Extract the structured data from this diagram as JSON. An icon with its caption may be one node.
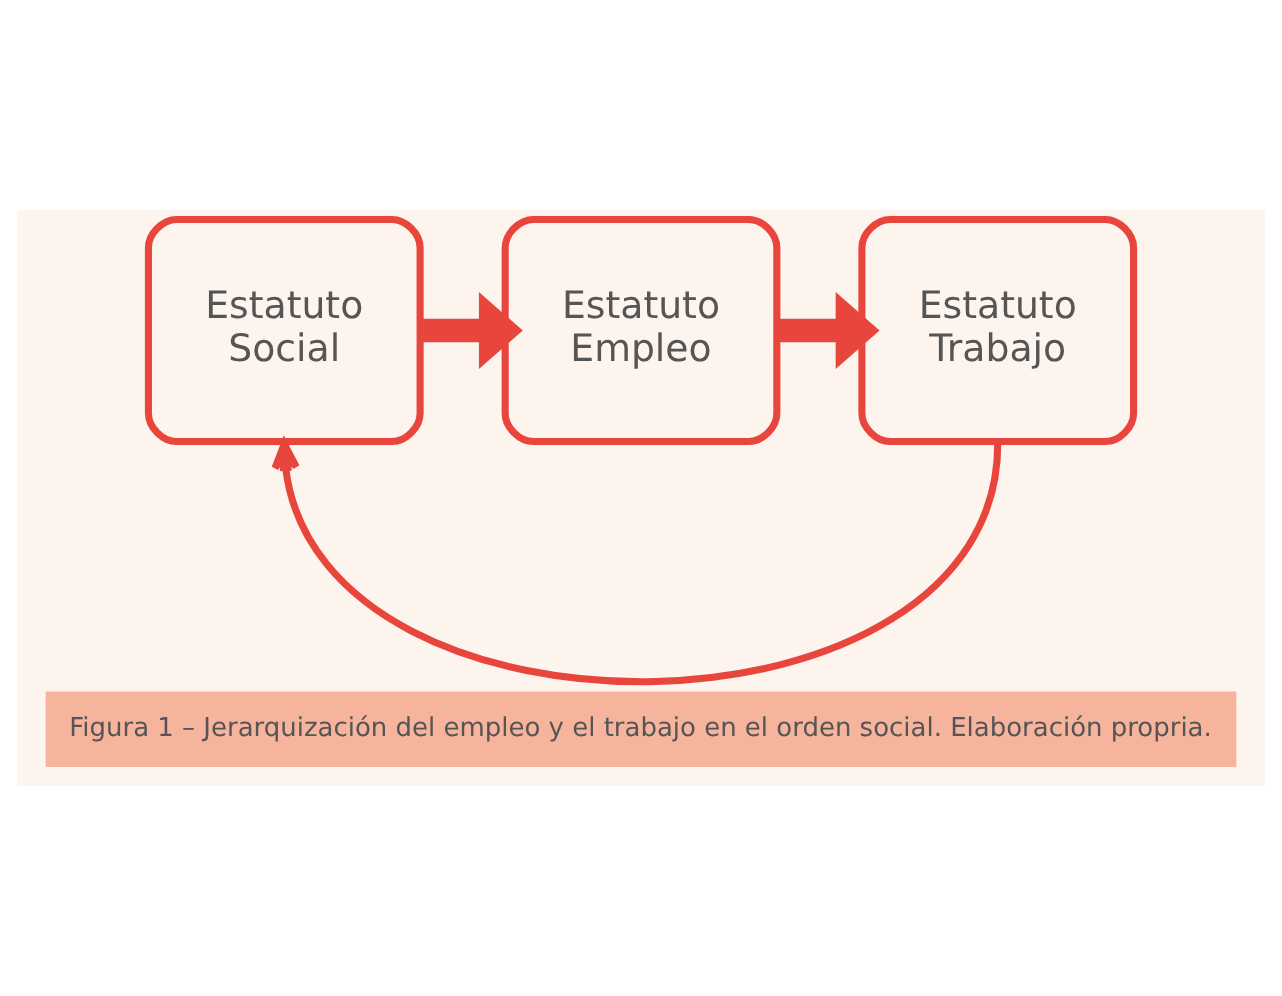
{
  "diagram": {
    "caption": "Figura 1 – Jerarquización del empleo y el trabajo en el orden social. Elaboración propria.",
    "nodes": [
      {
        "text": [
          "Estatuto Social"
        ]
      },
      {
        "text": [
          "Estatuto Empleo"
        ]
      },
      {
        "text": [
          "Estatuto Trabajo"
        ]
      }
    ],
    "edges": [
      {
        "from": 0,
        "to": 1,
        "arrow": "to"
      },
      {
        "from": 1,
        "to": 2,
        "arrow": "to"
      },
      {
        "from": 2,
        "to": 0,
        "arrow": "to"
      }
    ]
  }
}
